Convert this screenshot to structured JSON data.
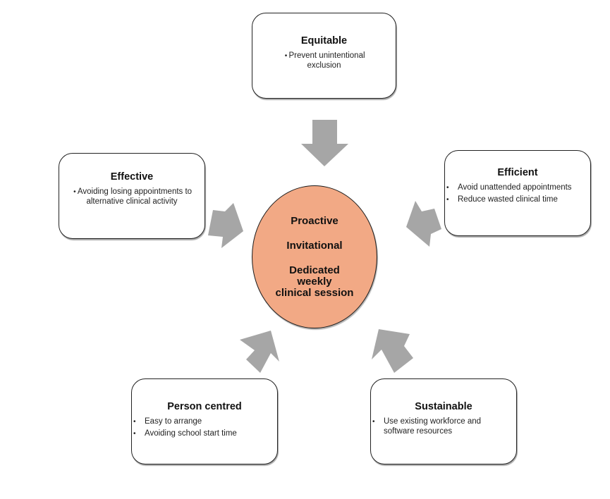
{
  "colors": {
    "hub_fill": "#f2a985",
    "arrow_fill": "#a6a6a6",
    "box_border": "#222222"
  },
  "hub": {
    "lines": [
      "Proactive",
      "Invitational",
      "Dedicated",
      "weekly",
      "clinical session"
    ]
  },
  "boxes": {
    "equitable": {
      "title": "Equitable",
      "items": [
        "Prevent unintentional exclusion"
      ]
    },
    "effective": {
      "title": "Effective",
      "items": [
        "Avoiding losing appointments to alternative clinical activity"
      ]
    },
    "efficient": {
      "title": "Efficient",
      "items": [
        "Avoid unattended appointments",
        "Reduce wasted clinical time"
      ]
    },
    "person_centred": {
      "title": "Person centred",
      "items": [
        "Easy to arrange",
        "Avoiding school start time"
      ]
    },
    "sustainable": {
      "title": "Sustainable",
      "items": [
        "Use existing workforce and software resources"
      ]
    }
  },
  "bullet": "•",
  "arrows": [
    {
      "from": "equitable",
      "to": "hub",
      "icon": "arrow-down"
    },
    {
      "from": "effective",
      "to": "hub",
      "icon": "arrow-right-down"
    },
    {
      "from": "efficient",
      "to": "hub",
      "icon": "arrow-left-down"
    },
    {
      "from": "person_centred",
      "to": "hub",
      "icon": "arrow-up-right"
    },
    {
      "from": "sustainable",
      "to": "hub",
      "icon": "arrow-up-left"
    }
  ]
}
